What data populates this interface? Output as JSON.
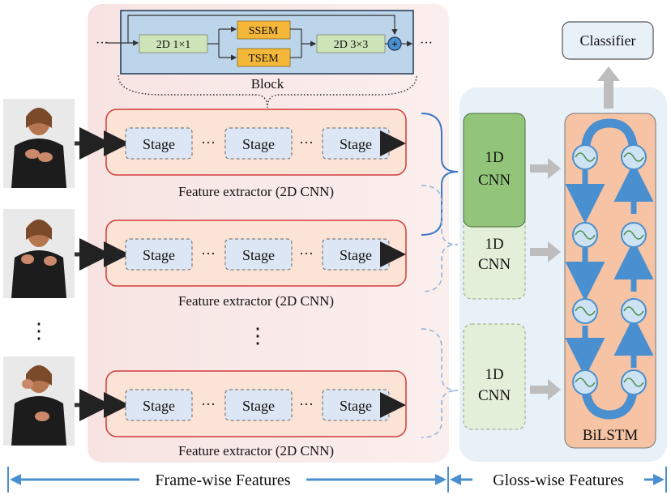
{
  "block": {
    "conv1": "2D 1×1",
    "ssem": "SSEM",
    "tsem": "TSEM",
    "conv3": "2D 3×3",
    "plus": "+",
    "ellipsis_left": "···",
    "ellipsis_right": "···",
    "caption": "Block"
  },
  "rows": [
    {
      "stages": [
        "Stage",
        "Stage",
        "Stage"
      ],
      "dots": [
        "···",
        "···"
      ],
      "caption": "Feature extractor (2D CNN)"
    },
    {
      "stages": [
        "Stage",
        "Stage",
        "Stage"
      ],
      "dots": [
        "···",
        "···"
      ],
      "caption": "Feature extractor (2D CNN)"
    },
    {
      "stages": [
        "Stage",
        "Stage",
        "Stage"
      ],
      "dots": [
        "···",
        "···"
      ],
      "caption": "Feature extractor (2D CNN)"
    }
  ],
  "vertical_dots_frames": "⋮",
  "vertical_dots_rows": "⋮",
  "cnn1d": [
    {
      "line1": "1D",
      "line2": "CNN"
    },
    {
      "line1": "1D",
      "line2": "CNN"
    },
    {
      "line1": "1D",
      "line2": "CNN"
    }
  ],
  "classifier": "Classifier",
  "bilstm": "BiLSTM",
  "bottom": {
    "left_label": "Frame-wise Features",
    "right_label": "Gloss-wise Features"
  },
  "colors": {
    "frame_panel": "#fbeaea",
    "gloss_panel": "#e8f0f8",
    "row_fill": "#fbe3d6",
    "row_border": "#d23b3b",
    "stage_fill": "#dde6f4",
    "block_fill": "#bcd5ea",
    "conv_green": "#cfe3b8",
    "sem_orange": "#f4b73a",
    "cnn_green_solid": "#92c57a",
    "cnn_green_faded": "#e4efd9",
    "bilstm_fill": "#f6c4a4",
    "arrow_blue": "#4a8fd0",
    "arrow_gray": "#bdbdbd",
    "bracket_blue": "#3d78c2"
  }
}
